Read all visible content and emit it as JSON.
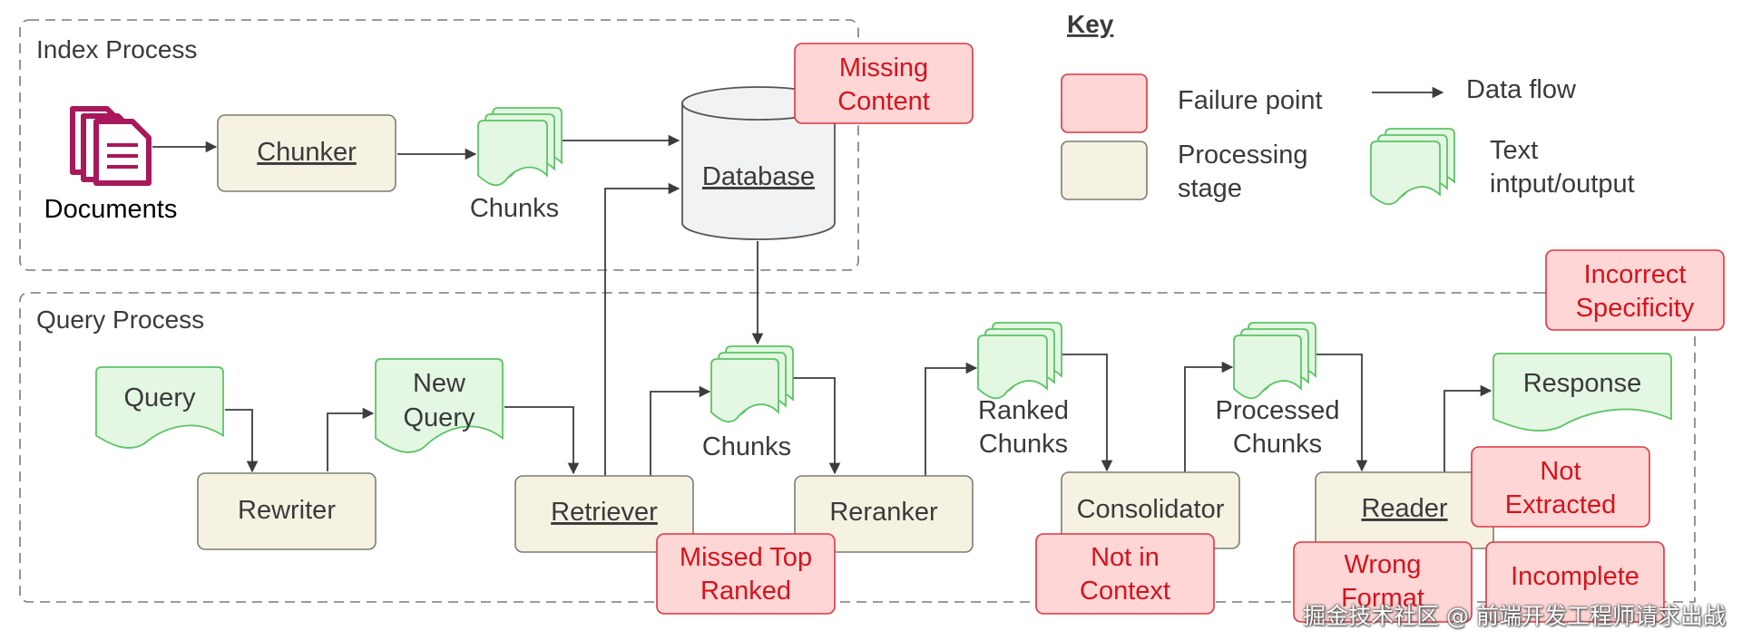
{
  "index_process": {
    "label": "Index Process",
    "documents": "Documents",
    "chunker": "Chunker",
    "chunks": "Chunks",
    "database": "Database",
    "fp_missing_content": [
      "Missing",
      "Content"
    ]
  },
  "query_process": {
    "label": "Query Process",
    "query": "Query",
    "rewriter": "Rewriter",
    "new_query": [
      "New",
      "Query"
    ],
    "retriever": "Retriever",
    "chunks": "Chunks",
    "reranker": "Reranker",
    "ranked_chunks": [
      "Ranked",
      "Chunks"
    ],
    "consolidator": "Consolidator",
    "processed_chunks": [
      "Processed",
      "Chunks"
    ],
    "reader": "Reader",
    "response": "Response",
    "fp_missed_top_ranked": [
      "Missed Top",
      "Ranked"
    ],
    "fp_not_in_context": [
      "Not in",
      "Context"
    ],
    "fp_not_extracted": [
      "Not",
      "Extracted"
    ],
    "fp_wrong_format": [
      "Wrong",
      "Format"
    ],
    "fp_incomplete": "Incomplete",
    "fp_incorrect_specificity": [
      "Incorrect",
      "Specificity"
    ]
  },
  "key": {
    "title": "Key",
    "failure_point": "Failure point",
    "processing_stage": [
      "Processing",
      "stage"
    ],
    "data_flow": "Data flow",
    "text_io": [
      "Text",
      "intput/output"
    ]
  },
  "colors": {
    "failure_fill": "#ffd6d6",
    "failure_stroke": "#e0343f",
    "failure_text": "#d4141c",
    "stage_fill": "#f6f2e2",
    "stage_stroke": "#7d7d72",
    "text_fill": "#e3f7e3",
    "text_stroke": "#5cc465",
    "database_fill": "#f1f2f4",
    "document_icon": "#a8185a",
    "line": "#3c3c3c"
  },
  "watermark": "掘金技术社区 @ 前端开发工程师请求出战"
}
